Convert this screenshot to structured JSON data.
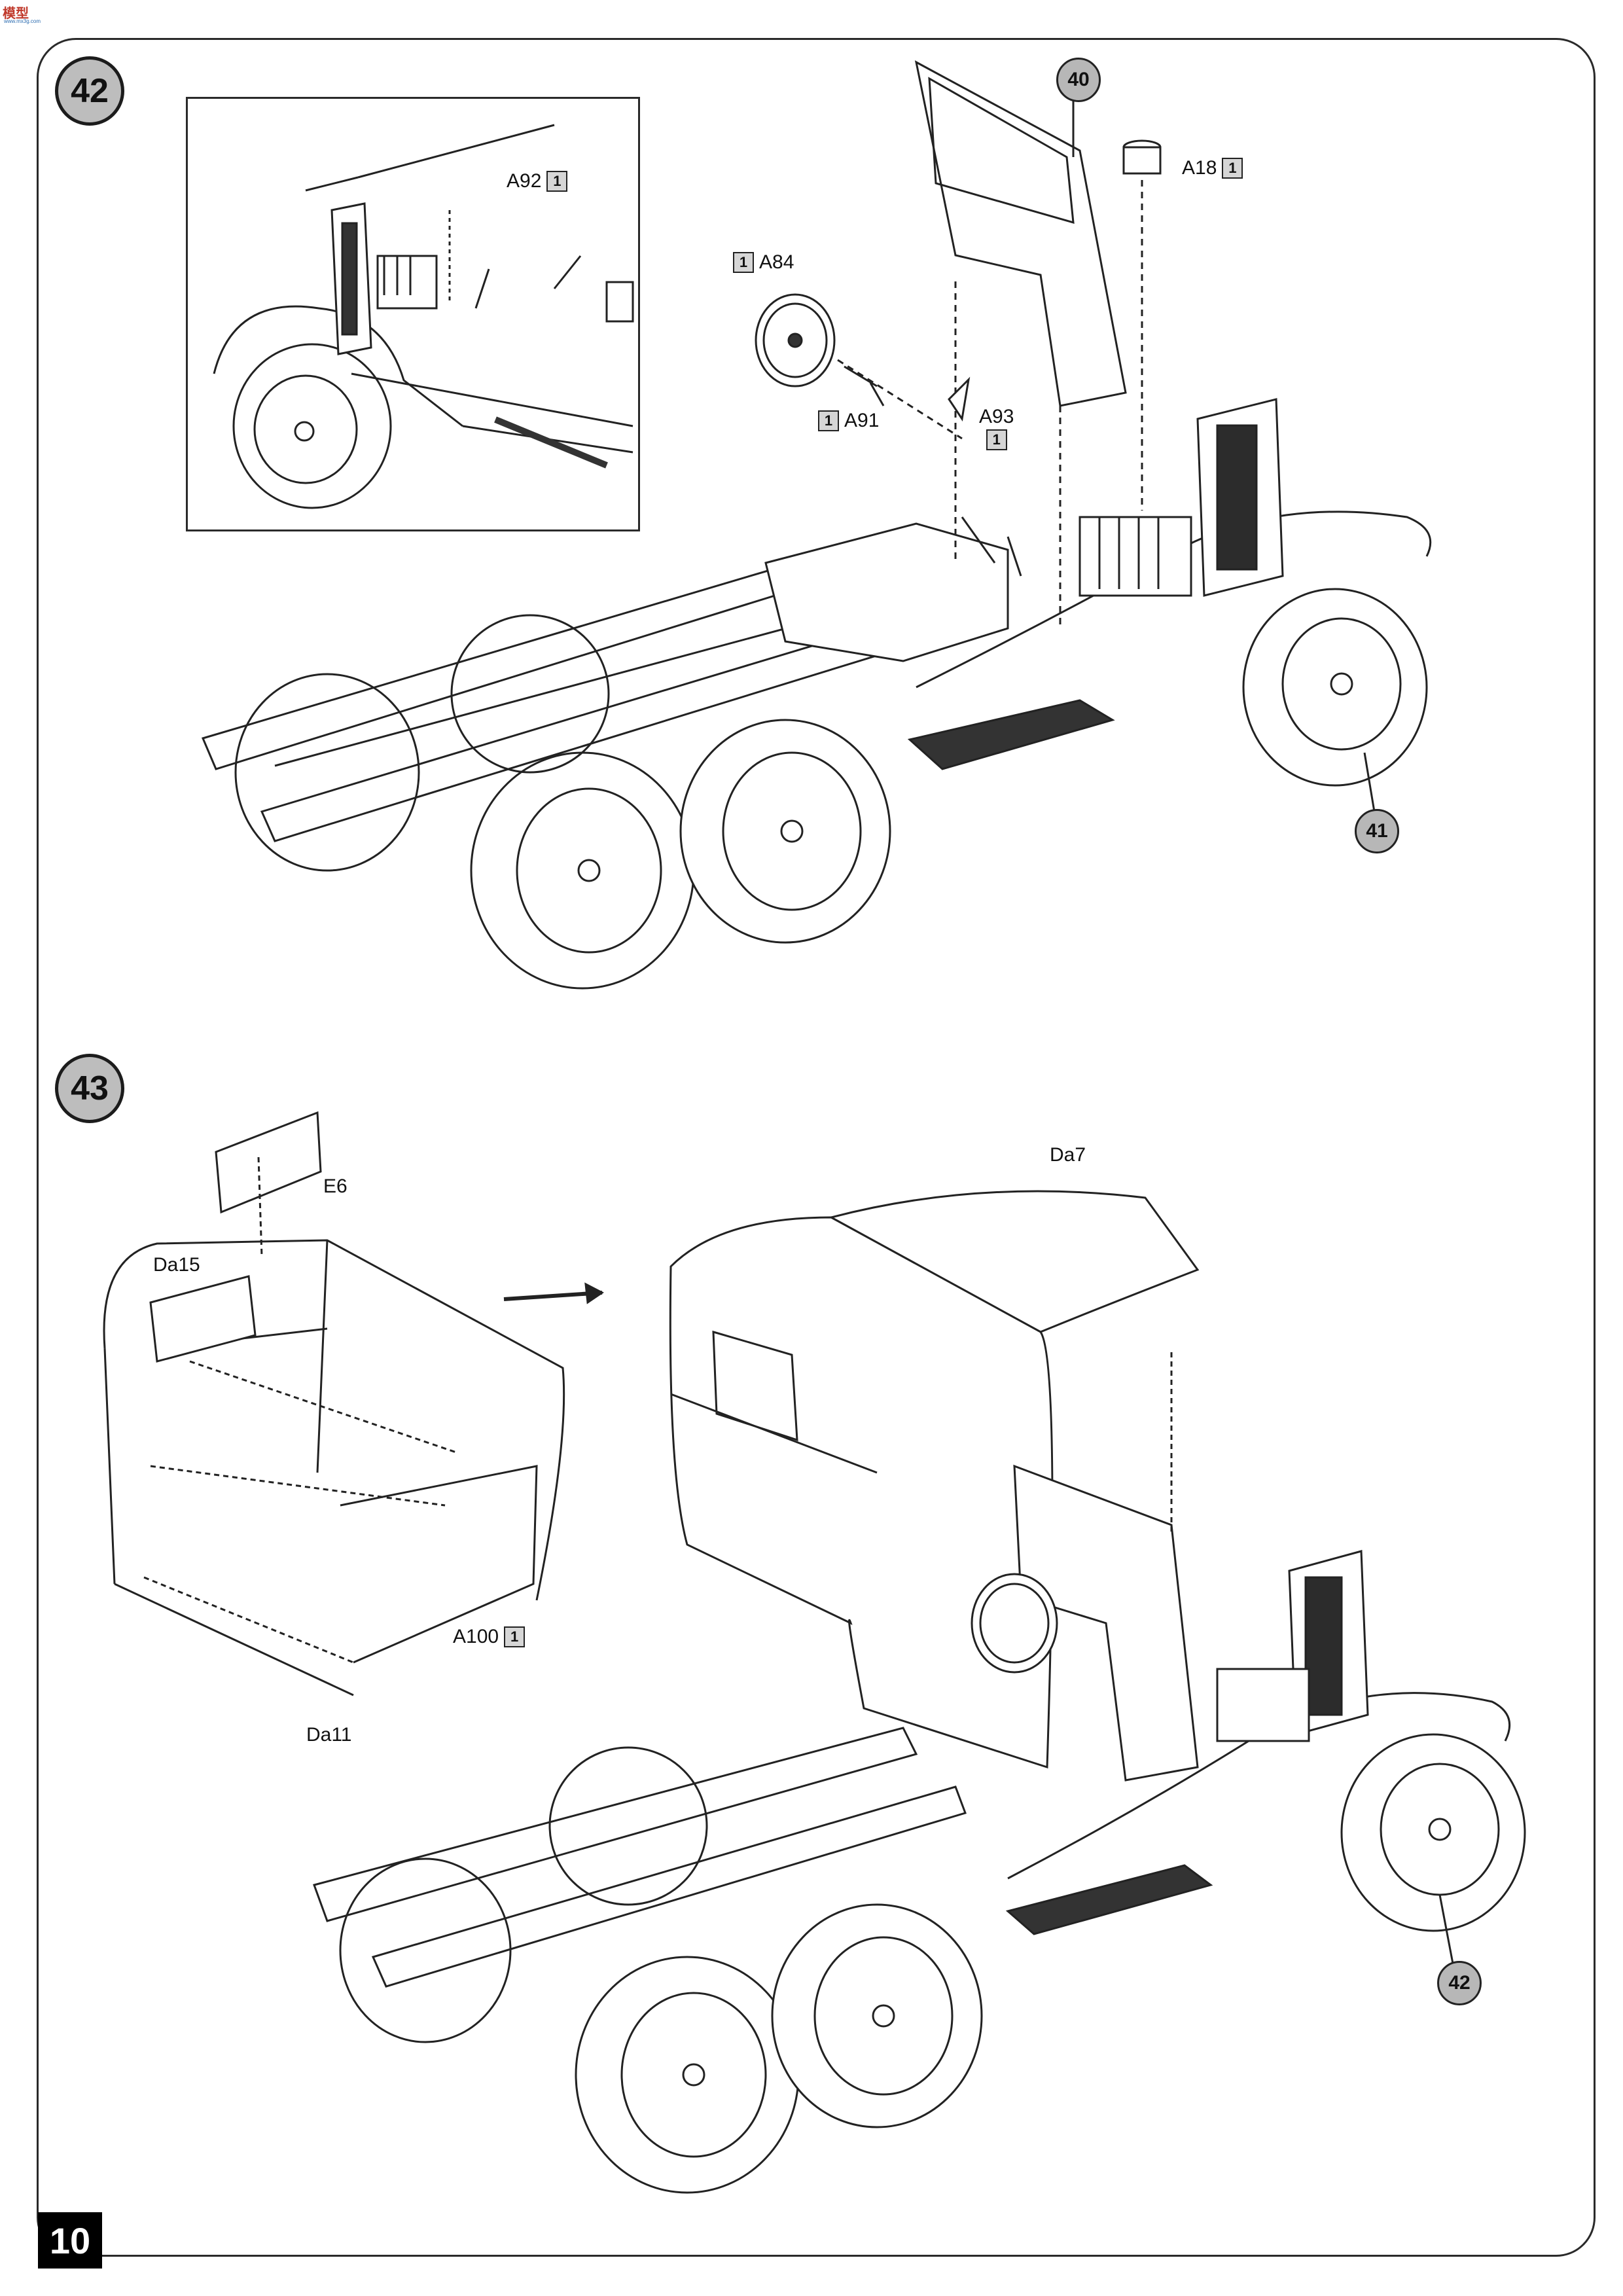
{
  "header": {
    "logo_text": "模型",
    "logo_sub": "www.mx3g.com"
  },
  "page_number": "10",
  "steps": [
    {
      "number": "42",
      "parts": [
        {
          "code": "A92",
          "sprue": "1"
        },
        {
          "code": "A84",
          "sprue": "1"
        },
        {
          "code": "A91",
          "sprue": "1"
        },
        {
          "code": "A93",
          "sprue": "1"
        },
        {
          "code": "A18",
          "sprue": "1"
        }
      ],
      "refs": [
        "40",
        "41"
      ]
    },
    {
      "number": "43",
      "parts": [
        {
          "code": "E6"
        },
        {
          "code": "Da15"
        },
        {
          "code": "Da7"
        },
        {
          "code": "A100",
          "sprue": "1"
        },
        {
          "code": "Da11"
        }
      ],
      "refs": [
        "42"
      ]
    }
  ]
}
